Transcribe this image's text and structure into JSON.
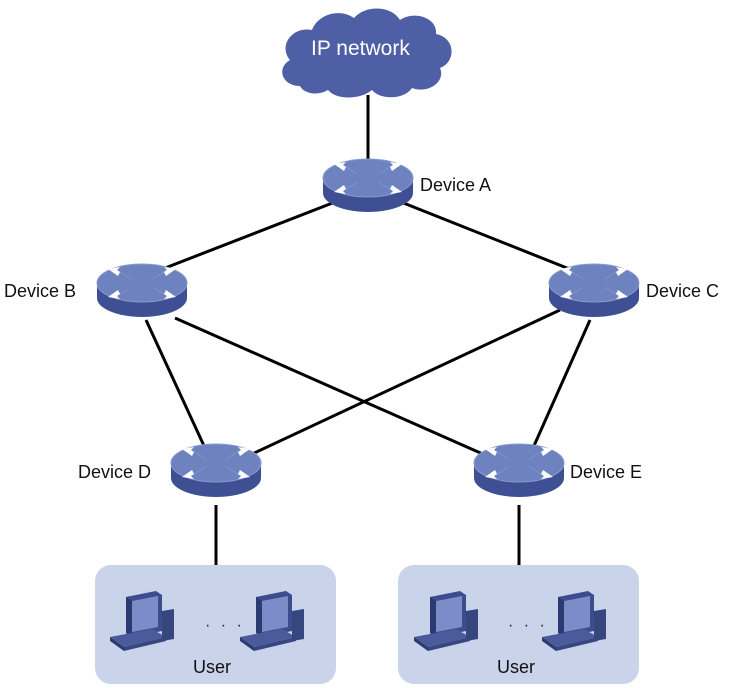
{
  "cloud": {
    "label": "IP network",
    "icon": "cloud-icon"
  },
  "devices": [
    {
      "id": "a",
      "label": "Device A",
      "icon": "switch-icon"
    },
    {
      "id": "b",
      "label": "Device B",
      "icon": "switch-icon"
    },
    {
      "id": "c",
      "label": "Device C",
      "icon": "switch-icon"
    },
    {
      "id": "d",
      "label": "Device D",
      "icon": "switch-icon"
    },
    {
      "id": "e",
      "label": "Device E",
      "icon": "switch-icon"
    }
  ],
  "user_groups": [
    {
      "label": "User",
      "ellipsis": "· · ·",
      "icon": "computer-icon"
    },
    {
      "label": "User",
      "ellipsis": "· · ·",
      "icon": "computer-icon"
    }
  ],
  "links": [
    [
      "cloud",
      "a"
    ],
    [
      "a",
      "b"
    ],
    [
      "a",
      "c"
    ],
    [
      "b",
      "d"
    ],
    [
      "b",
      "e"
    ],
    [
      "c",
      "d"
    ],
    [
      "c",
      "e"
    ],
    [
      "d",
      "user-1"
    ],
    [
      "e",
      "user-2"
    ]
  ],
  "colors": {
    "cloud": "#4f5fa6",
    "device_top": "#6e82bf",
    "device_side": "#3f4f94",
    "user_box": "#c9d3ea",
    "computer": "#3c4c8c",
    "link": "#000000"
  }
}
